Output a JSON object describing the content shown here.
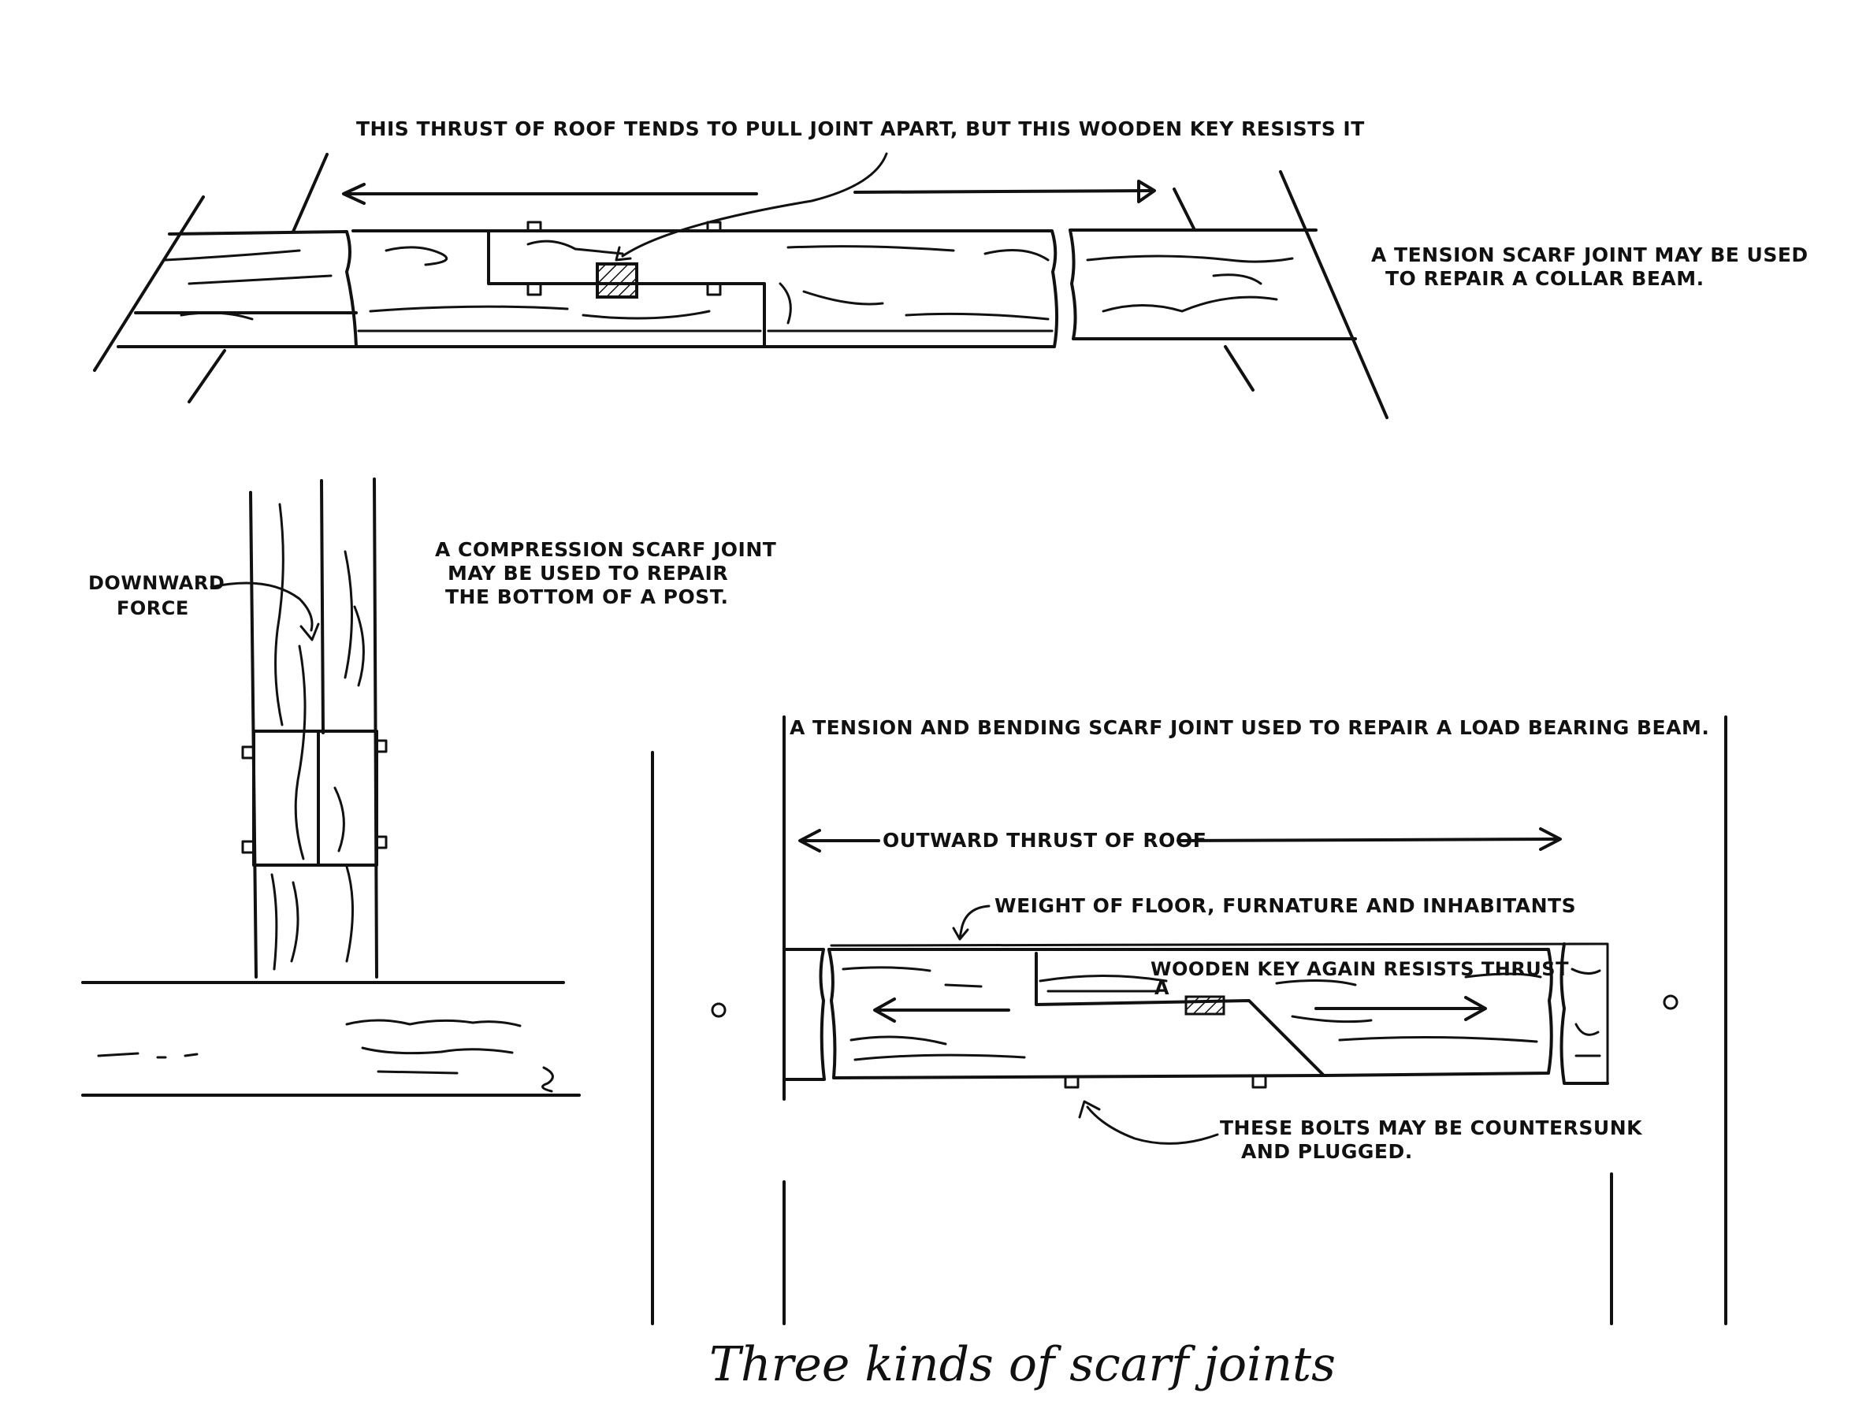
{
  "labels": {
    "top_thrust": "THIS THRUST OF ROOF TENDS TO PULL JOINT APART, BUT THIS WOODEN KEY RESISTS IT",
    "tension_line1": "A TENSION SCARF JOINT MAY BE USED",
    "tension_line2": "TO REPAIR A COLLAR BEAM.",
    "compression_line1": "A COMPRESSION SCARF JOINT",
    "compression_line2": "MAY BE USED TO REPAIR",
    "compression_line3": "THE BOTTOM OF A POST.",
    "downward_line1": "DOWNWARD",
    "downward_line2": "FORCE",
    "bending_title": "A TENSION AND BENDING SCARF JOINT USED TO REPAIR A LOAD BEARING BEAM.",
    "outward_thrust": "OUTWARD THRUST OF ROOF",
    "weight": "WEIGHT OF FLOOR, FURNATURE AND INHABITANTS",
    "wooden_key_again": "WOODEN KEY AGAIN RESISTS THRUST",
    "key_marker": "A",
    "bolts_line1": "THESE BOLTS MAY BE COUNTERSUNK",
    "bolts_line2": "AND PLUGGED."
  },
  "caption": "Three kinds of scarf joints"
}
